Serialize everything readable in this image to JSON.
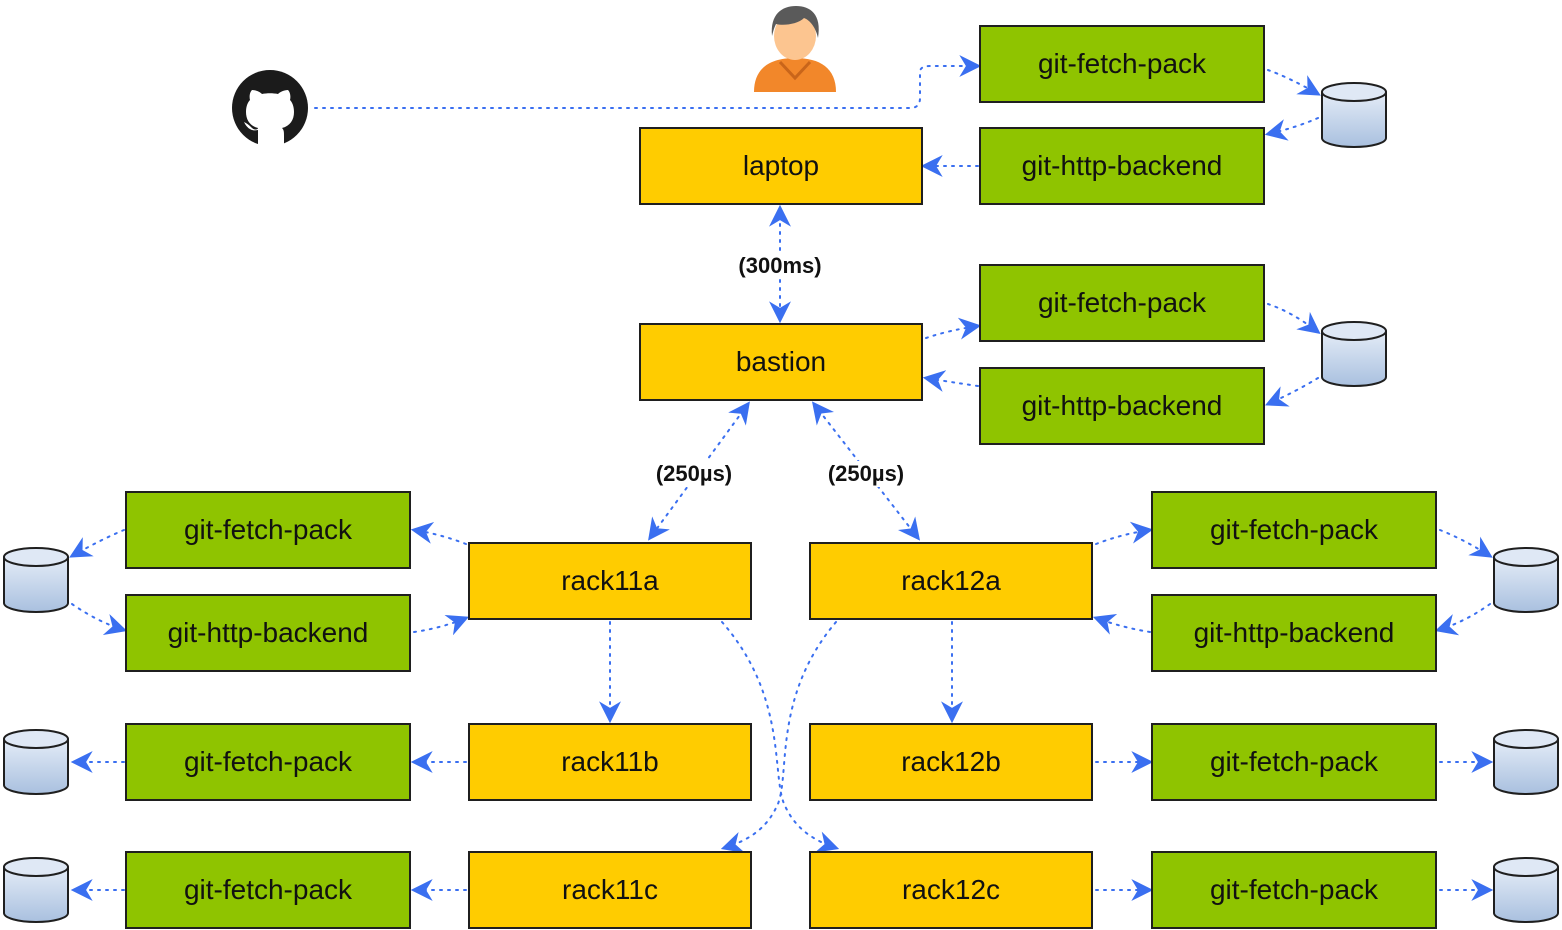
{
  "hosts": {
    "laptop": "laptop",
    "bastion": "bastion",
    "rack11a": "rack11a",
    "rack11b": "rack11b",
    "rack11c": "rack11c",
    "rack12a": "rack12a",
    "rack12b": "rack12b",
    "rack12c": "rack12c"
  },
  "processes": {
    "fetch": "git-fetch-pack",
    "backend": "git-http-backend"
  },
  "latencies": {
    "laptop_bastion": "(300ms)",
    "bastion_rack11a": "(250µs)",
    "bastion_rack12a": "(250µs)"
  },
  "icons": {
    "source": "github-icon",
    "user": "user-icon",
    "store": "database-icon"
  },
  "colors": {
    "host": "#ffcc00",
    "process": "#8fc400",
    "arrow": "#3a6ff0"
  }
}
